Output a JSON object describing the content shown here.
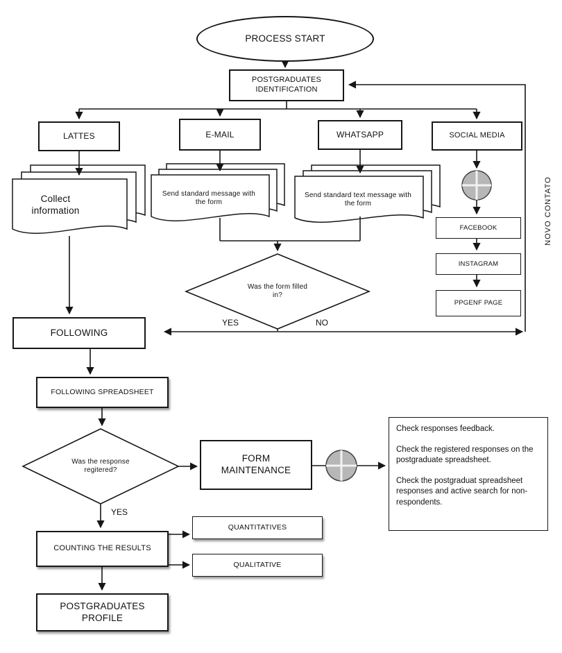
{
  "diagram": {
    "type": "flowchart",
    "nodes": {
      "process_start": "PROCESS START",
      "postgraduates_identification": "POSTGRADUATES IDENTIFICATION",
      "lattes": "LATTES",
      "email": "E-MAIL",
      "whatsapp": "WHATSAPP",
      "social_media": "SOCIAL MEDIA",
      "collect_information": "Collect information",
      "email_message": "Send standard message with the form",
      "whatsapp_message": "Send standard text message with the form",
      "facebook": "FACEBOOK",
      "instagram": "INSTAGRAM",
      "ppgenf_page": "PPGENF PAGE",
      "form_filled_question": "Was the form filled in?",
      "yes_1": "YES",
      "no_1": "NO",
      "following": "FOLLOWING",
      "following_spreadsheet": "FOLLOWING SPREADSHEET",
      "response_registered_question": "Was the response regitered?",
      "form_maintenance": "FORM MAINTENANCE",
      "yes_2": "YES",
      "counting_the_results": "COUNTING THE RESULTS",
      "quantitatives": "QUANTITATIVES",
      "qualitative": "QUALITATIVE",
      "postgraduates_profile": "POSTGRADUATES PROFILE",
      "novo_contato": "NOVO CONTATO"
    },
    "notes": {
      "line1": "Check responses feedback.",
      "line2": "Check the registered responses on the postgraduate spreadsheet.",
      "line3": "Check the postgraduat spreadsheet responses and active search for non-respondents."
    },
    "colors": {
      "stroke": "#161616",
      "fill": "#ffffff",
      "junction_fill": "#b7b7b7",
      "text": "#111111"
    }
  }
}
